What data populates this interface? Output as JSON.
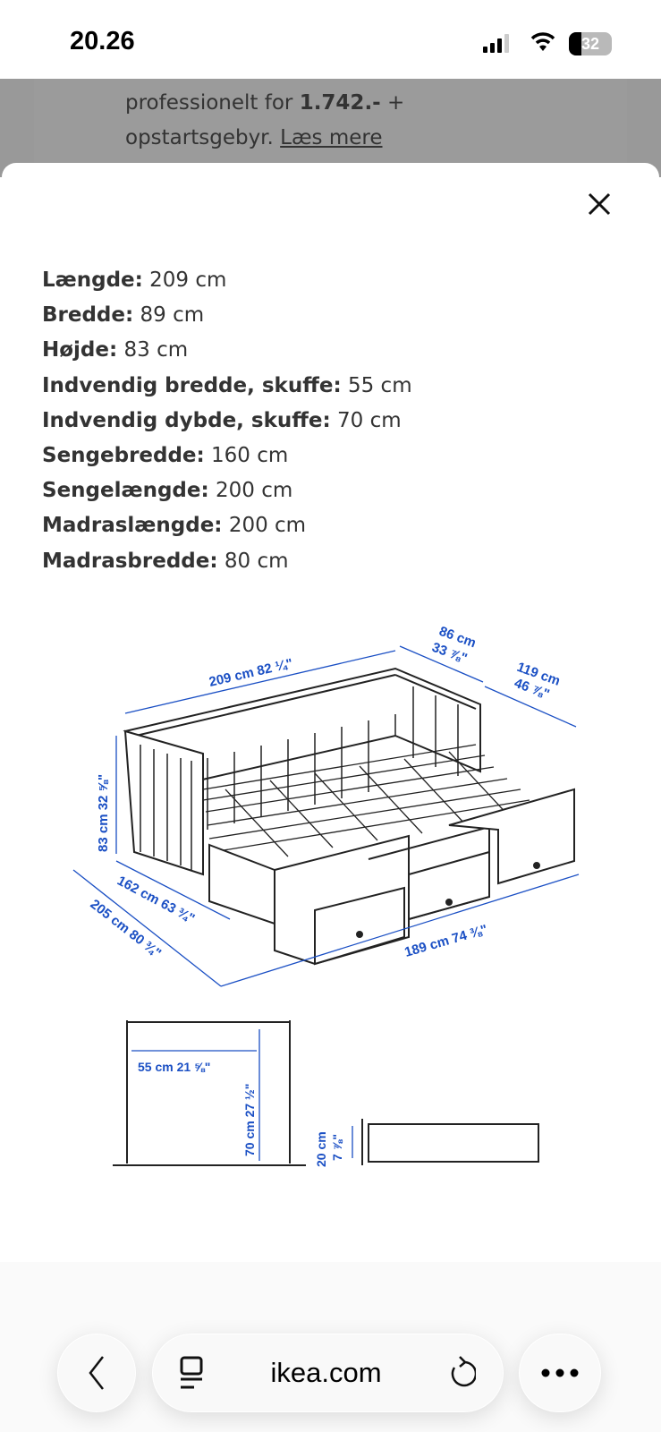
{
  "status_bar": {
    "time": "20.26",
    "battery": "32"
  },
  "background": {
    "line1_prefix": "professionelt for ",
    "price": "1.742.-",
    "line1_suffix": " +",
    "line2_prefix": "opstartsgebyr. ",
    "read_more": "Læs mere"
  },
  "sheet": {
    "close_icon": "close-icon",
    "specs": [
      {
        "label": "Længde:",
        "value": " 209 cm"
      },
      {
        "label": "Bredde:",
        "value": " 89 cm"
      },
      {
        "label": "Højde:",
        "value": " 83 cm"
      },
      {
        "label": "Indvendig bredde, skuffe:",
        "value": " 55 cm"
      },
      {
        "label": "Indvendig dybde, skuffe:",
        "value": " 70 cm"
      },
      {
        "label": "Sengebredde:",
        "value": " 160 cm"
      },
      {
        "label": "Sengelængde:",
        "value": " 200 cm"
      },
      {
        "label": "Madraslængde:",
        "value": " 200 cm"
      },
      {
        "label": "Madrasbredde:",
        "value": " 80 cm"
      }
    ],
    "diagram": {
      "dimension_color": "#1a4fc4",
      "labels": {
        "length": "209 cm 82 ¼\"",
        "depth_top_cm": "86 cm",
        "depth_top_in": "33 ⅞\"",
        "side_cm": "119 cm",
        "side_in": "46 ⅞\"",
        "height": "83 cm 32 ⅝\"",
        "width_ext": "162 cm 63 ¾\"",
        "width_full": "205 cm 80 ¾\"",
        "front": "189 cm 74 ⅜\"",
        "drawer_width": "55 cm 21 ⅝\"",
        "drawer_depth": "70 cm 27 ½\"",
        "drawer_height_cm": "20 cm",
        "drawer_height_in": "7 ⅞\""
      }
    }
  },
  "browser": {
    "url": "ikea.com",
    "back_icon": "chevron-left-icon",
    "tabs_icon": "tabs-icon",
    "reload_icon": "reload-icon",
    "more_icon": "more-icon"
  }
}
